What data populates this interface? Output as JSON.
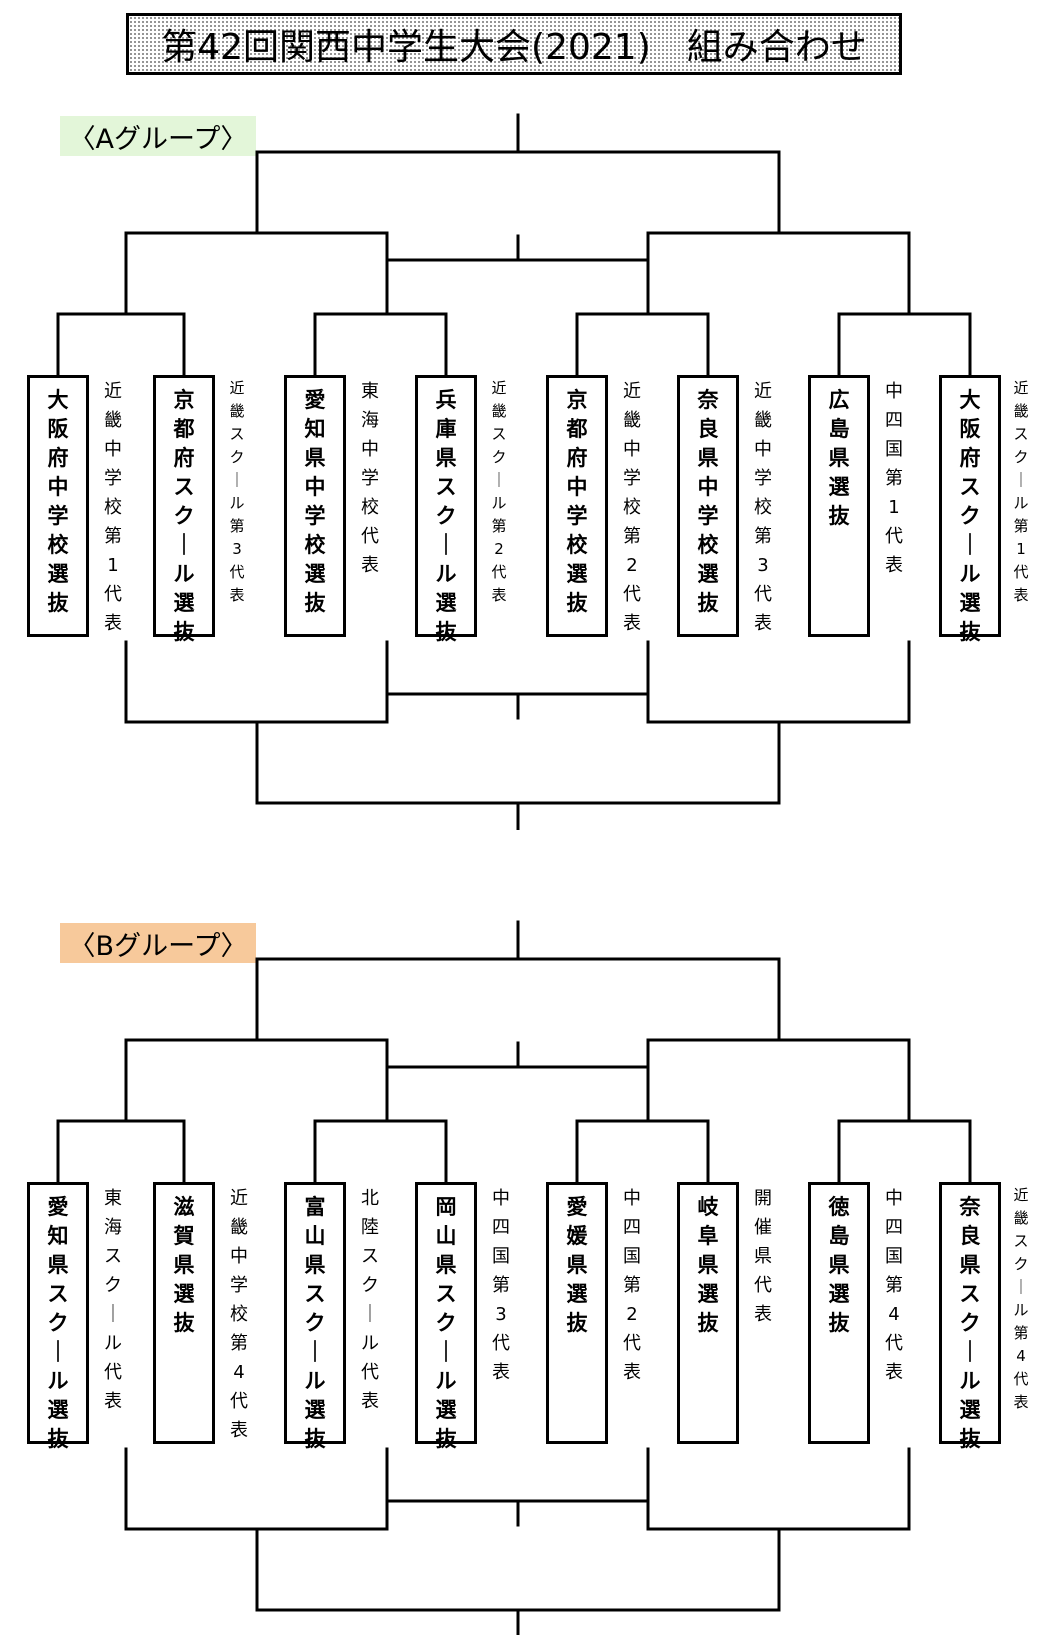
{
  "title": "第42回関西中学生大会(2021)　組み合わせ",
  "groups": [
    {
      "label": "〈Aグループ〉",
      "teams": [
        {
          "name": "大阪府中学校選抜",
          "rep": "近畿中学校第1代表"
        },
        {
          "name": "京都府スクール選抜",
          "rep": "近畿スクール第3代表"
        },
        {
          "name": "愛知県中学校選抜",
          "rep": "東海中学校代表"
        },
        {
          "name": "兵庫県スクール選抜",
          "rep": "近畿スクール第2代表"
        },
        {
          "name": "京都府中学校選抜",
          "rep": "近畿中学校第2代表"
        },
        {
          "name": "奈良県中学校選抜",
          "rep": "近畿中学校第3代表"
        },
        {
          "name": "広島県選抜",
          "rep": "中四国第1代表"
        },
        {
          "name": "大阪府スクール選抜",
          "rep": "近畿スクール第1代表"
        }
      ]
    },
    {
      "label": "〈Bグループ〉",
      "teams": [
        {
          "name": "愛知県スクール選抜",
          "rep": "東海スクール代表"
        },
        {
          "name": "滋賀県選抜",
          "rep": "近畿中学校第4代表"
        },
        {
          "name": "富山県スクール選抜",
          "rep": "北陸スクール代表"
        },
        {
          "name": "岡山県スクール選抜",
          "rep": "中四国第3代表"
        },
        {
          "name": "愛媛県選抜",
          "rep": "中四国第2代表"
        },
        {
          "name": "岐阜県選抜",
          "rep": "開催県代表"
        },
        {
          "name": "徳島県選抜",
          "rep": "中四国第4代表"
        },
        {
          "name": "奈良県スクール選抜",
          "rep": "近畿スクール第4代表"
        }
      ]
    }
  ]
}
